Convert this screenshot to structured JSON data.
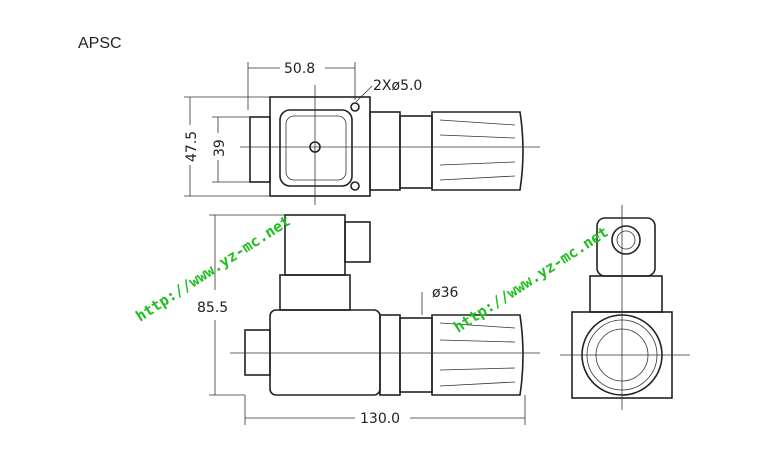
{
  "title": "APSC",
  "dimensions": {
    "width_top": "50.8",
    "holes": "2Xø5.0",
    "height_outer": "47.5",
    "height_inner": "39",
    "height_side": "85.5",
    "diameter": "ø36",
    "length": "130.0"
  },
  "watermark": "http://www.yz-mc.net"
}
